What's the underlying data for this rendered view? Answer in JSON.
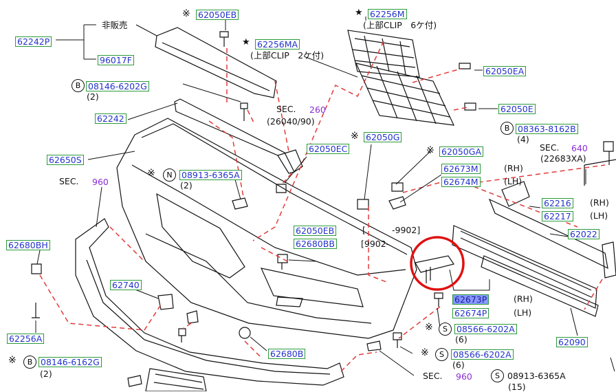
{
  "colors": {
    "part_link": "#2233cc",
    "box_border": "#2a9a3a",
    "dash": "#e23a3a",
    "highlight_circle": "#e01010",
    "sec_number": "#8a2bd6",
    "selected_fill": "#8899ff"
  },
  "labels": {
    "p62050EB_top": "62050EB",
    "p62242P": "62242P",
    "non_sale": "非販売",
    "p96017F": "96017F",
    "p62256MA": "62256MA",
    "clip_upper_2": "(上部CLIP　2ケ付)",
    "p62256M": "62256M",
    "clip_upper_6": "(上部CLIP　6ケ付)",
    "p62050EA": "62050EA",
    "p62050E": "62050E",
    "p08146_6202G": "08146-6202G",
    "qty_2_a": "(2)",
    "sec_label": "SEC.",
    "sec260": "260",
    "sec260_ref": "(26040/90)",
    "p62242": "62242",
    "p62050EC": "62050EC",
    "p62650S": "62650S",
    "p08913_6365A": "08913-6365A",
    "qty_2_b": "(2)",
    "sec960": "960",
    "p62050G": "62050G",
    "p62050GA": "62050GA",
    "p62673M": "62673M",
    "p62674M": "62674M",
    "rh": "(RH)",
    "lh": "(LH)",
    "p08363_8162B": "08363-8162B",
    "qty_4": "(4)",
    "sec640": "640",
    "sec640_ref": "(22683XA)",
    "p62216": "62216",
    "p62217": "62217",
    "p62022": "62022",
    "p62680BH": "62680BH",
    "range_open": "[",
    "range_end": "-9902]",
    "range_start": "[9902-",
    "p62050EB_mid": "62050EB",
    "p62680BB": "62680BB",
    "p62740": "62740",
    "p62673P": "62673P",
    "p62674P": "62674P",
    "p08566_6202A": "08566-6202A",
    "qty_6": "(6)",
    "p62256A": "62256A",
    "p62680B": "62680B",
    "p62090": "62090",
    "p08146_6162G": "08146-6162G",
    "p08913_6365A_bottom": "08913-6365A",
    "qty_15": "(15)",
    "circ_B": "B",
    "circ_N": "N",
    "circ_S": "S",
    "star": "★",
    "kome": "※"
  }
}
